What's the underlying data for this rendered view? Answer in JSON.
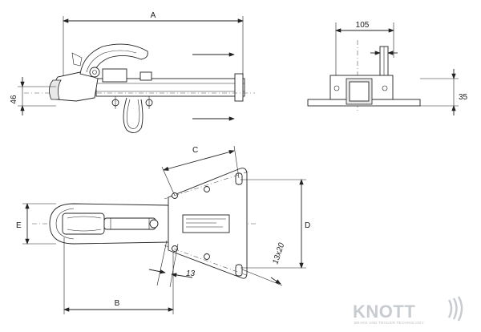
{
  "dimensions": {
    "A": "A",
    "B": "B",
    "C": "C",
    "D": "D",
    "E": "E",
    "height_46": "46",
    "width_105": "105",
    "height_35": "35",
    "hole_13": "13",
    "slot_13x20": "13x20"
  },
  "logo": {
    "name": "KNOTT",
    "tagline": "BRAKE AND TRAILER TECHNOLOGY"
  }
}
